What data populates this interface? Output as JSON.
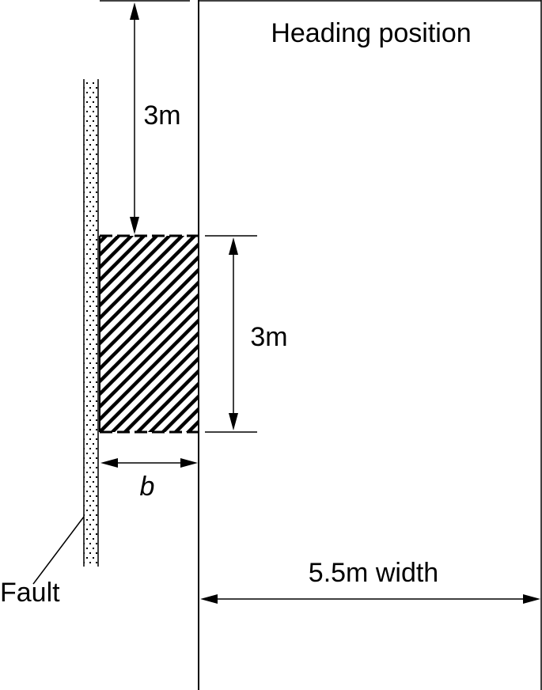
{
  "labels": {
    "heading_position": "Heading position",
    "top_offset": "3m",
    "block_height": "3m",
    "block_width_symbol": "b",
    "heading_width": "5.5m width",
    "fault": "Fault"
  },
  "colors": {
    "line": "#000000",
    "background": "#ffffff"
  }
}
